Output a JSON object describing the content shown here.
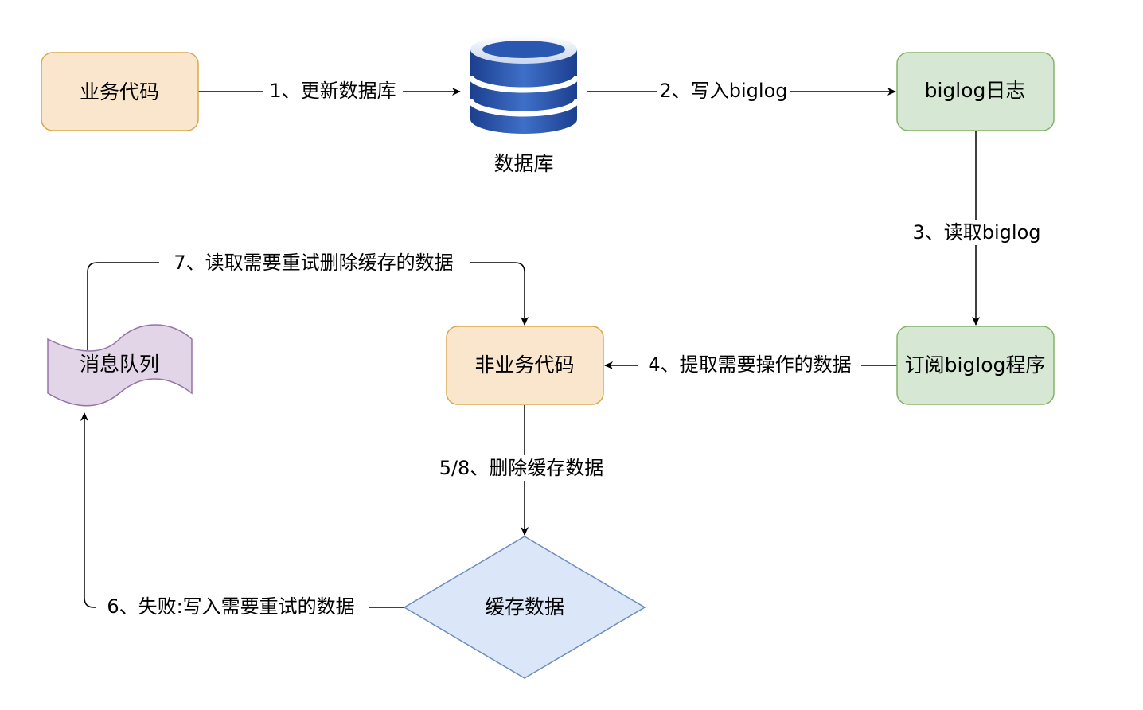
{
  "nodes": {
    "business_code": "业务代码",
    "database": "数据库",
    "biglog_log": "biglog日志",
    "subscriber": "订阅biglog程序",
    "non_business_code": "非业务代码",
    "message_queue": "消息队列",
    "cache": "缓存数据"
  },
  "edges": {
    "e1": "1、更新数据库",
    "e2": "2、写入biglog",
    "e3": "3、读取biglog",
    "e4": "4、提取需要操作的数据",
    "e5": "5/8、删除缓存数据",
    "e6": "6、失败:写入需要重试的数据",
    "e7": "7、读取需要重试删除缓存的数据"
  },
  "colors": {
    "orange_fill": "#fae6cd",
    "orange_stroke": "#d7a84a",
    "green_fill": "#d6e8d4",
    "green_stroke": "#83b368",
    "purple_fill": "#e1d5e7",
    "purple_stroke": "#9673a6",
    "blue_fill": "#dbe7f9",
    "blue_stroke": "#6c8ebf",
    "db_dark": "#1b3f8e",
    "db_light": "#4f7ed6"
  }
}
